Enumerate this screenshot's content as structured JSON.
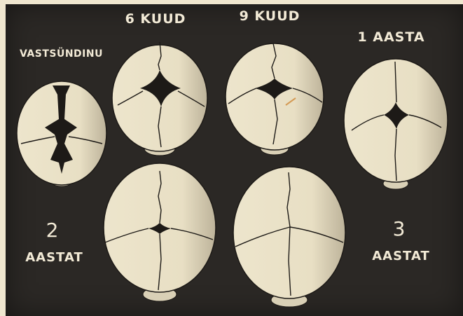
{
  "labels": {
    "newborn": "VASTSÜNDINU",
    "six_months": "6 KUUD",
    "nine_months": "9 KUUD",
    "one_year": "1 AASTA",
    "two_num": "2",
    "two_word": "AASTAT",
    "three_num": "3",
    "three_word": "AASTAT"
  },
  "colors": {
    "background": "#2b2825",
    "border": "#efe6cf",
    "skull": "#ede5cc",
    "ink": "#1d1a17"
  }
}
